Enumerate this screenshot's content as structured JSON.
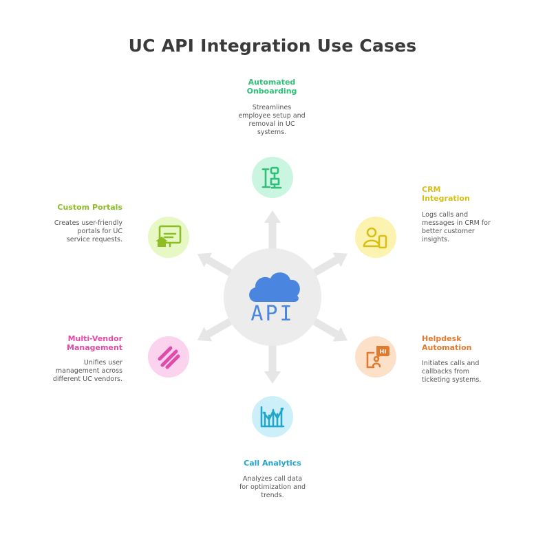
{
  "title": "UC API Integration Use Cases",
  "hub": {
    "label": "API",
    "icon": "cloud-icon",
    "color": "#4a86e0",
    "circle_color": "#ececec"
  },
  "nodes": [
    {
      "id": "automated-onboarding",
      "label_lines": [
        "Automated",
        "Onboarding"
      ],
      "desc_lines": [
        "Streamlines",
        "employee setup and",
        "removal in UC",
        "systems."
      ],
      "icon": "onboarding-flow-icon",
      "color": "#2fbf78",
      "circle_color": "#c9f5e1"
    },
    {
      "id": "crm-integration",
      "label_lines": [
        "CRM",
        "Integration"
      ],
      "desc_lines": [
        "Logs calls and",
        "messages in CRM for",
        "better customer",
        "insights."
      ],
      "icon": "user-phone-icon",
      "color": "#d6bf16",
      "circle_color": "#fdf3b0"
    },
    {
      "id": "helpdesk-automation",
      "label_lines": [
        "Helpdesk",
        "Automation"
      ],
      "desc_lines": [
        "Initiates calls and",
        "callbacks from",
        "ticketing systems."
      ],
      "icon": "support-chat-icon",
      "color": "#e07a2e",
      "circle_color": "#fde0c8"
    },
    {
      "id": "call-analytics",
      "label_lines": [
        "Call Analytics"
      ],
      "desc_lines": [
        "Analyzes call data",
        "for optimization and",
        "trends."
      ],
      "icon": "analytics-chart-icon",
      "color": "#1fa6c8",
      "circle_color": "#cdeffa"
    },
    {
      "id": "multi-vendor-management",
      "label_lines": [
        "Multi-Vendor",
        "Management"
      ],
      "desc_lines": [
        "Unifies user",
        "management across",
        "different UC vendors."
      ],
      "icon": "stripes-icon",
      "color": "#e04aa8",
      "circle_color": "#fcd3ee"
    },
    {
      "id": "custom-portals",
      "label_lines": [
        "Custom Portals"
      ],
      "desc_lines": [
        "Creates user-friendly",
        "portals for UC",
        "service requests."
      ],
      "icon": "portal-screen-icon",
      "color": "#8cbd22",
      "circle_color": "#e7f8c4"
    }
  ],
  "arrow_color": "#e6e6e6"
}
